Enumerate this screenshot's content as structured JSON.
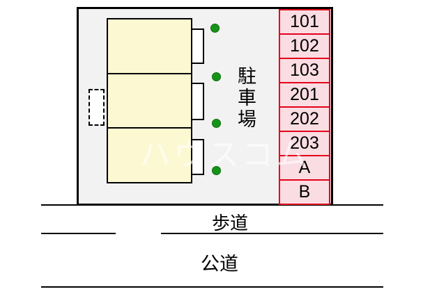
{
  "lot": {
    "name_vertical": "駐車場",
    "background": "#f2f2f2",
    "border_color": "#000000"
  },
  "buildings": {
    "fill": "#fcf8d2"
  },
  "stalls": {
    "labels": [
      "101",
      "102",
      "103",
      "201",
      "202",
      "203",
      "A",
      "B"
    ],
    "fill": "#fadce3",
    "border_color": "#e3001b"
  },
  "markers": {
    "color": "#169417"
  },
  "roads": {
    "sidewalk_label": "歩道",
    "public_road_label": "公道"
  },
  "watermark": {
    "text": "ハウスコム"
  }
}
